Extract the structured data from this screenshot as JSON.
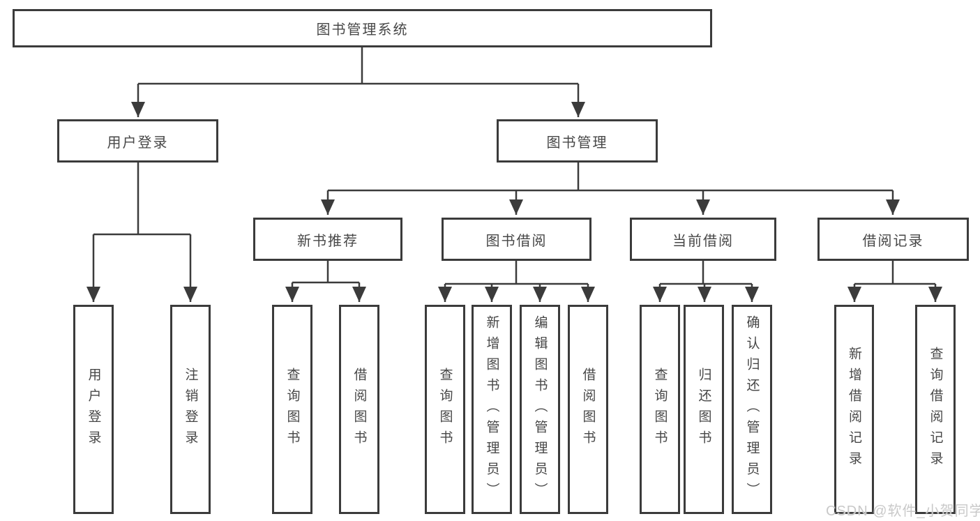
{
  "colors": {
    "line": "#3b3b3b",
    "text": "#474747",
    "background": "#ffffff",
    "watermark": "#c9c9c9"
  },
  "nodes": {
    "root": "图书管理系统",
    "login": "用户登录",
    "mgmt": "图书管理",
    "rec": "新书推荐",
    "borrow": "图书借阅",
    "current": "当前借阅",
    "record": "借阅记录",
    "login_user": "用户登录",
    "login_logout": "注销登录",
    "rec_query": "查询图书",
    "rec_borrow": "借阅图书",
    "borrow_query": "查询图书",
    "borrow_add": "新增图书（管理员）",
    "borrow_edit": "编辑图书（管理员）",
    "borrow_lend": "借阅图书",
    "current_query": "查询图书",
    "current_return": "归还图书",
    "current_confirm": "确认归还（管理员）",
    "record_add": "新增借阅记录",
    "record_query": "查询借阅记录"
  },
  "hierarchy": {
    "root": "图书管理系统",
    "children": [
      {
        "label": "用户登录",
        "children": [
          "用户登录",
          "注销登录"
        ]
      },
      {
        "label": "图书管理",
        "children": [
          {
            "label": "新书推荐",
            "children": [
              "查询图书",
              "借阅图书"
            ]
          },
          {
            "label": "图书借阅",
            "children": [
              "查询图书",
              "新增图书（管理员）",
              "编辑图书（管理员）",
              "借阅图书"
            ]
          },
          {
            "label": "当前借阅",
            "children": [
              "查询图书",
              "归还图书",
              "确认归还（管理员）"
            ]
          },
          {
            "label": "借阅记录",
            "children": [
              "新增借阅记录",
              "查询借阅记录"
            ]
          }
        ]
      }
    ]
  },
  "watermark": {
    "text": "CSDN @软件_小贺同学"
  }
}
